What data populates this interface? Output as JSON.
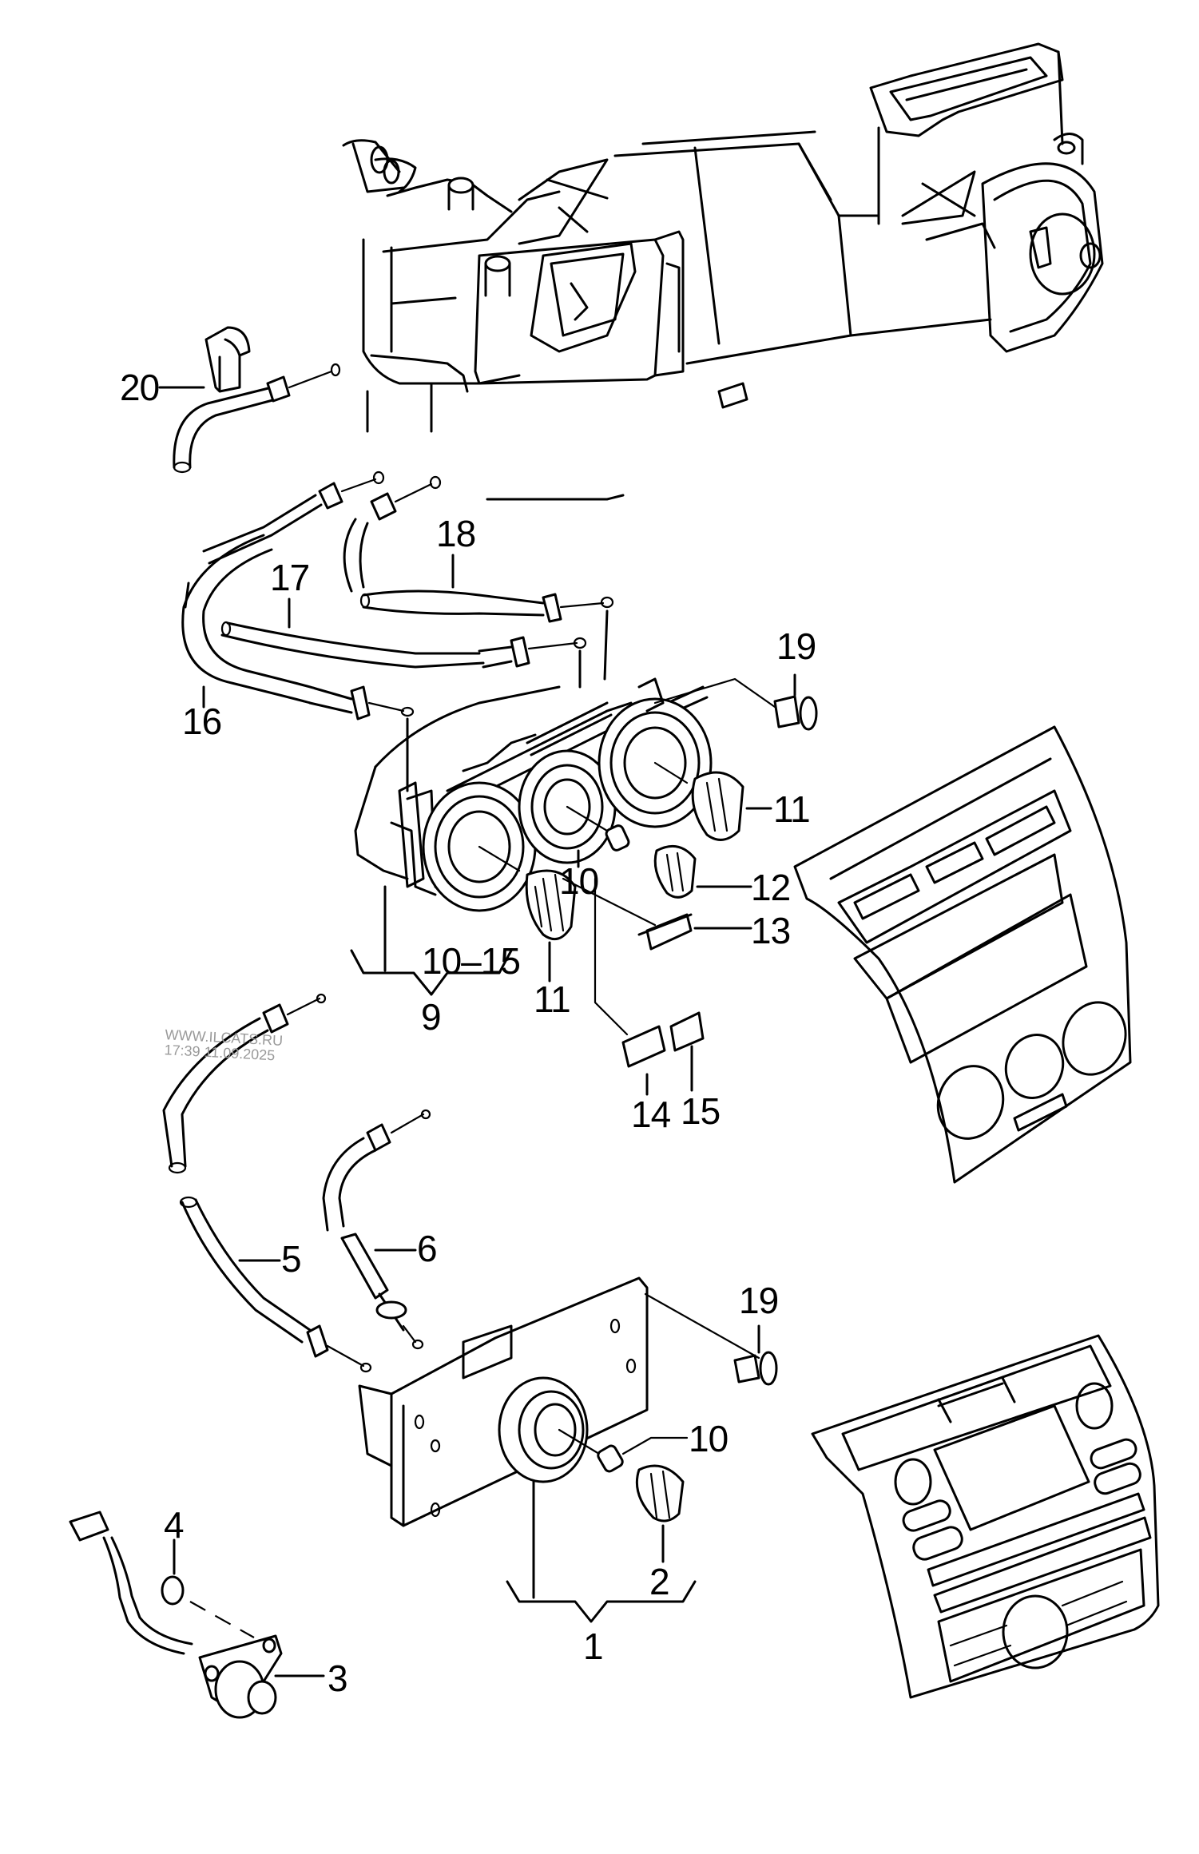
{
  "diagram": {
    "type": "exploded parts diagram",
    "subject": "Heater / air-conditioning control unit with cables and trim panels",
    "line_color": "#000000",
    "background_color": "#ffffff"
  },
  "callouts": {
    "c20": "20",
    "c18": "18",
    "c17": "17",
    "c16": "16",
    "c19_upper": "19",
    "c11_right": "11",
    "c10_mid": "10",
    "c12": "12",
    "c13": "13",
    "c10_15": "10–15",
    "c11_lower": "11",
    "c9": "9",
    "c14": "14",
    "c15": "15",
    "c5": "5",
    "c6": "6",
    "c19_lower": "19",
    "c10_lower": "10",
    "c2": "2",
    "c1": "1",
    "c4": "4",
    "c3": "3"
  },
  "parts": [
    {
      "id": "heater-box",
      "label": "Heater / blower housing"
    },
    {
      "id": "control-unit-9",
      "label": "Control unit (9) with knobs 10–15"
    },
    {
      "id": "control-unit-1",
      "label": "Control unit (1)"
    },
    {
      "id": "trim-panel-upper",
      "label": "Center console trim panel (3 knob openings)"
    },
    {
      "id": "trim-panel-lower",
      "label": "Center console trim panel (with display)"
    },
    {
      "id": "switch-3",
      "label": "Switch with harness (3)"
    },
    {
      "id": "cap-4",
      "label": "Cap (4)"
    },
    {
      "id": "clip-20",
      "label": "Clip (20)"
    }
  ],
  "watermark": {
    "line1": "WWW.ILCATS.RU",
    "line2": "17:39 11.09.2025"
  }
}
